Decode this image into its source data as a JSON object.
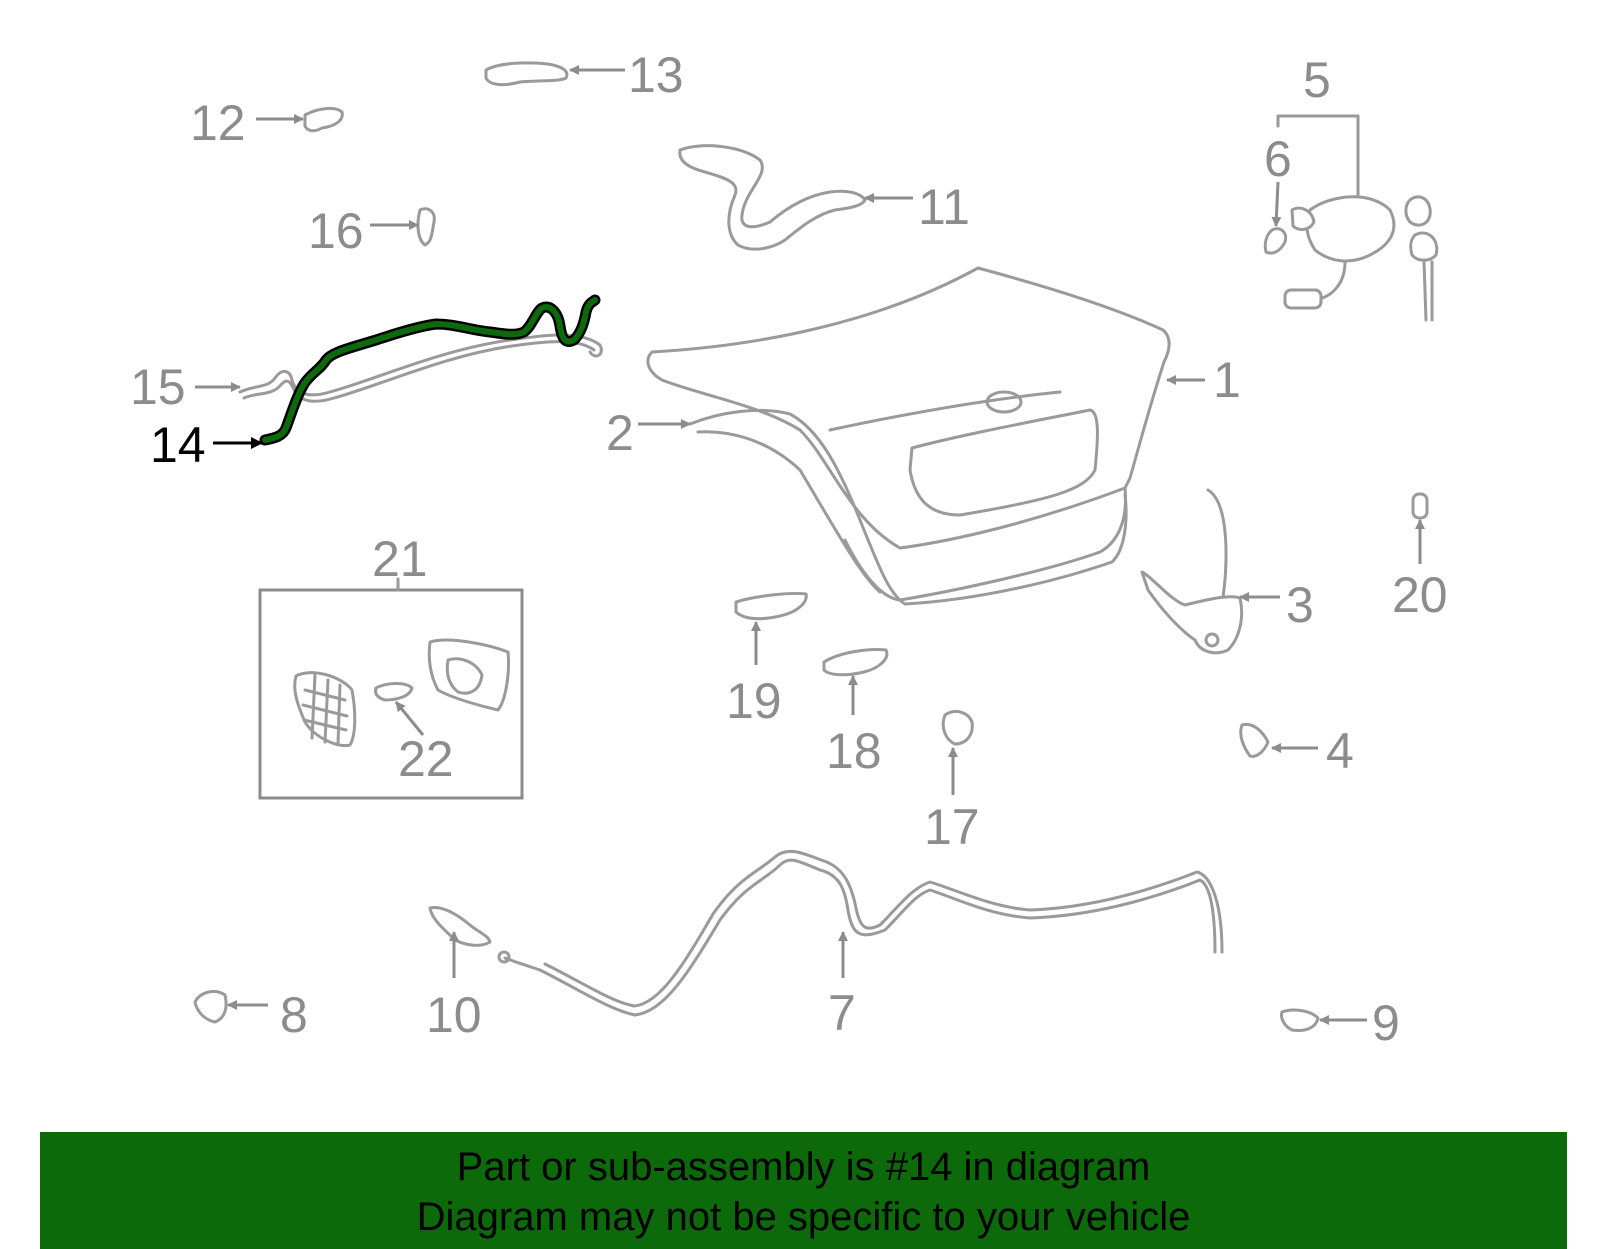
{
  "diagram": {
    "highlight_color": "#0d6a0a",
    "part_color": "#9a9a9a",
    "highlighted_part": "14",
    "labels": {
      "p1": "1",
      "p2": "2",
      "p3": "3",
      "p4": "4",
      "p5": "5",
      "p6": "6",
      "p7": "7",
      "p8": "8",
      "p9": "9",
      "p10": "10",
      "p11": "11",
      "p12": "12",
      "p13": "13",
      "p14": "14",
      "p15": "15",
      "p16": "16",
      "p17": "17",
      "p18": "18",
      "p19": "19",
      "p20": "20",
      "p21": "21",
      "p22": "22"
    }
  },
  "banner": {
    "line1": "Part or sub-assembly is #14 in diagram",
    "line2": "Diagram may not be specific to your vehicle"
  }
}
